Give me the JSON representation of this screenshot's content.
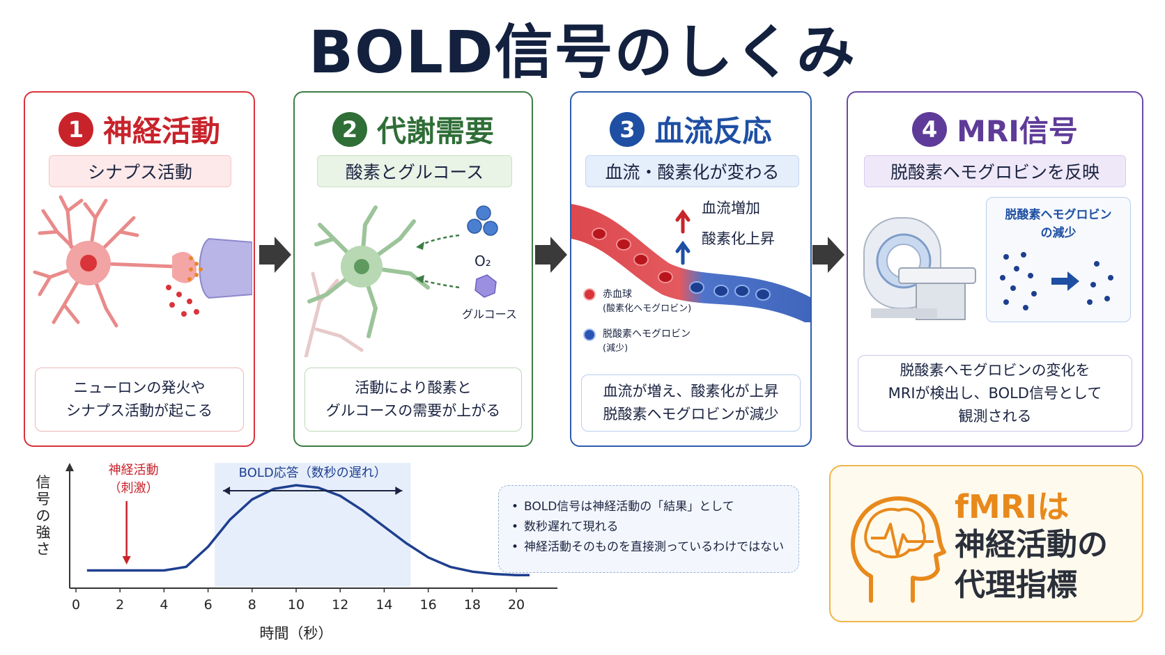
{
  "title": "BOLD信号のしくみ",
  "steps": [
    {
      "num": "1",
      "title": "神経活動",
      "subtitle": "シナプス活動",
      "desc": [
        "ニューロンの発火や",
        "シナプス活動が起こる"
      ]
    },
    {
      "num": "2",
      "title": "代謝需要",
      "subtitle": "酸素とグルコース",
      "desc": [
        "活動により酸素と",
        "グルコースの需要が上がる"
      ]
    },
    {
      "num": "3",
      "title": "血流反応",
      "subtitle": "血流・酸素化が変わる",
      "desc": [
        "血流が増え、酸素化が上昇",
        "脱酸素ヘモグロビンが減少"
      ]
    },
    {
      "num": "4",
      "title": "MRI信号",
      "subtitle": "脱酸素ヘモグロビンを反映",
      "desc": [
        "脱酸素ヘモグロビンの変化を",
        "MRIが検出し、BOLD信号として",
        "観測される"
      ]
    }
  ],
  "metabolism_labels": {
    "oxygen": "O₂",
    "glucose": "グルコース"
  },
  "blood_labels": {
    "flow_up": "血流増加",
    "oxygenation_up": "酸素化上昇",
    "rbc": "赤血球",
    "rbc_sub": "(酸素化ヘモグロビン)",
    "deoxy": "脱酸素ヘモグロビン",
    "deoxy_sub": "(減少)"
  },
  "mri_panel": {
    "line1": "脱酸素ヘモグロビン",
    "line2": "の減少"
  },
  "colors": {
    "red": "#c8232b",
    "green": "#2f6e37",
    "blue": "#1e4fa3",
    "purple": "#5e3b98",
    "orange": "#e8891c"
  },
  "chart_data": {
    "type": "line",
    "ylabel": "信号の強さ",
    "xlabel": "時間（秒）",
    "x_ticks": [
      0,
      2,
      4,
      6,
      8,
      10,
      12,
      14,
      16,
      18,
      20
    ],
    "xlim": [
      0,
      20.6
    ],
    "ylim": [
      0,
      1
    ],
    "series": [
      {
        "x": [
          0.5,
          2,
          4,
          5,
          6,
          7,
          8,
          9,
          10,
          11,
          12,
          13,
          14,
          15,
          16,
          17,
          18,
          19,
          20,
          20.6
        ],
        "y": [
          0.15,
          0.15,
          0.15,
          0.18,
          0.35,
          0.58,
          0.75,
          0.84,
          0.87,
          0.85,
          0.78,
          0.66,
          0.52,
          0.38,
          0.26,
          0.18,
          0.14,
          0.12,
          0.11,
          0.11
        ]
      }
    ],
    "stimulus": {
      "x": 2.3,
      "label_line1": "神経活動",
      "label_line2": "（刺激）"
    },
    "bold_window": {
      "x_start": 6.3,
      "x_end": 15.2,
      "label": "BOLD応答（数秒の遅れ）"
    }
  },
  "info_box": {
    "bullet1_line1": "BOLD信号は神経活動の「結果」として",
    "bullet1_line2": "数秒遅れて現れる",
    "bullet2": "神経活動そのものを直接測っているわけではない"
  },
  "fmri_box": {
    "line1": "fMRIは",
    "line2": "神経活動の",
    "line3": "代理指標"
  }
}
